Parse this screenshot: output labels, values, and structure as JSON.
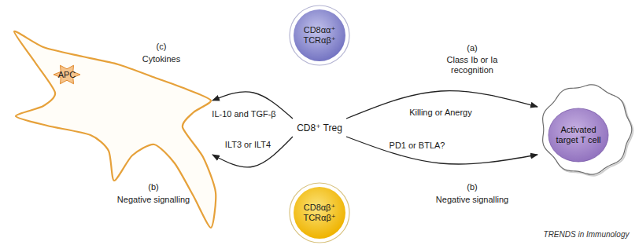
{
  "diagram": {
    "nodes": [
      {
        "text": [
          "CD8αα⁺ TCRαβ⁺"
        ]
      },
      {
        "text": [
          "APC"
        ]
      },
      {
        "text": [
          "CD8⁺ Treg"
        ]
      },
      {
        "text": [
          "Activated target T cell"
        ]
      },
      {
        "text": [
          "CD8αβ⁺ TCRαβ⁺"
        ]
      }
    ],
    "edges": [
      {
        "from": 2,
        "to": 1,
        "arrow": "to",
        "label": "IL-10 and TGF-β"
      },
      {
        "from": 2,
        "to": 1,
        "arrow": "to",
        "label": "ILT3 or ILT4"
      },
      {
        "from": 2,
        "to": 3,
        "arrow": "to",
        "label": "Killing or Anergy"
      },
      {
        "from": 2,
        "to": 3,
        "arrow": "to",
        "label": "PD1 or BTLA?"
      }
    ],
    "labels": [
      "(c)",
      "Cytokines",
      "(a)",
      "Class Ib or Ia recognition",
      "(b)",
      "Negative signalling",
      "(b)",
      "Negative signalling",
      "TRENDS in Immunology"
    ]
  }
}
